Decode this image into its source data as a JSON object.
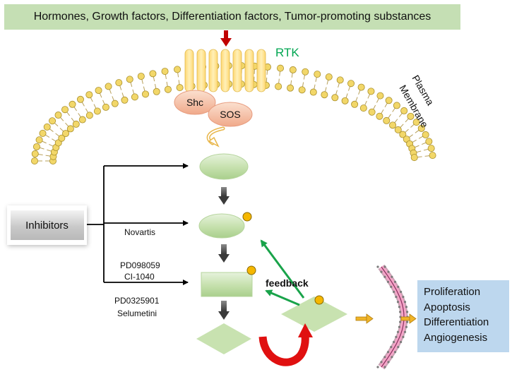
{
  "banner": {
    "text": "Hormones, Growth factors, Differentiation factors, Tumor-promoting substances"
  },
  "receptor": {
    "label": "RTK"
  },
  "membrane": {
    "label_line1": "Plasma",
    "label_line2": "Membrane"
  },
  "adaptors": {
    "shc": "Shc",
    "sos": "SOS"
  },
  "inhibitors": {
    "box_label": "Inhibitors",
    "drug_1": "Novartis",
    "drug_2": "PD098059",
    "drug_3": "CI-1040",
    "drug_4": "PD0325901",
    "drug_5": "Selumetini"
  },
  "feedback": {
    "label": "feedback"
  },
  "outcomes": [
    "Proliferation",
    "Apoptosis",
    "Differentiation",
    "Angiogenesis"
  ],
  "colors": {
    "banner_bg": "#c5dfb4",
    "rtk_label": "#00a651",
    "receptor_fill": "#ffe08a",
    "membrane_head": "#f2d769",
    "node_green": "#c8e2b0",
    "adaptor_fill": "#f6c2a3",
    "phospho_dot": "#f5b700",
    "feedback_arrow": "#19a34a",
    "cycle_arrow": "#e01010",
    "outcome_bg": "#bdd7ee",
    "nuclear_membrane": "#f4a6c8"
  }
}
